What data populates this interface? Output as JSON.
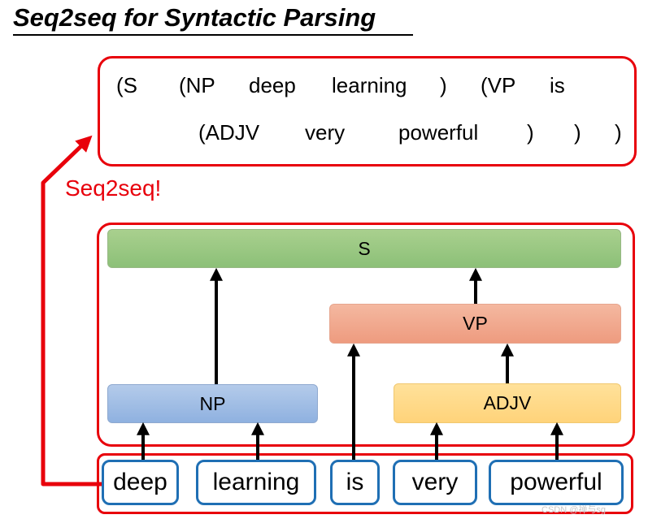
{
  "title": "Seq2seq for Syntactic Parsing",
  "output_sequence": {
    "line1": [
      "(S",
      "(NP",
      "deep",
      "learning",
      ")",
      "(VP",
      "is"
    ],
    "line2": [
      "(ADJV",
      "very",
      "powerful",
      ")",
      ")",
      ")"
    ]
  },
  "seq2seq_label": "Seq2seq!",
  "tree": {
    "s": "S",
    "vp": "VP",
    "np": "NP",
    "adjv": "ADJV"
  },
  "words": [
    "deep",
    "learning",
    "is",
    "very",
    "powerful"
  ],
  "watermark": "CSDN @禅与sg",
  "colors": {
    "red": "#e8000b",
    "blue": "#1f6fb4",
    "s": "#a9d08e",
    "vp": "#f4b8a0",
    "np": "#b4cbea",
    "adjv": "#ffe19a"
  }
}
